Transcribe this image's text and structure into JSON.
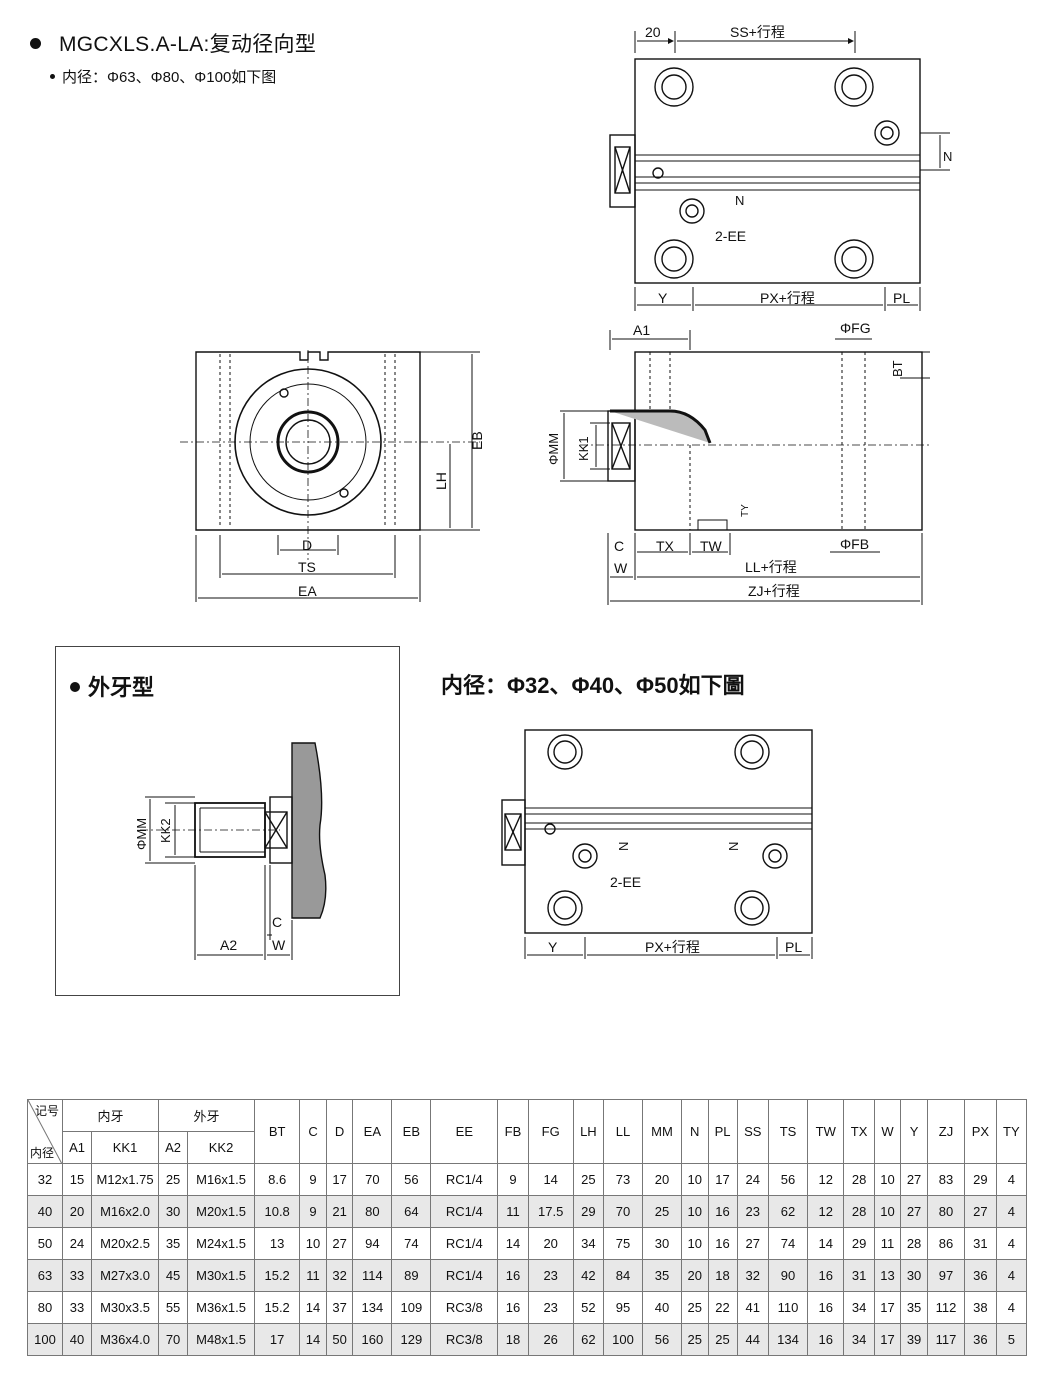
{
  "header": {
    "title": "MGCXLS.A-LA:复动径向型",
    "subtitle": "内径：Φ63、Φ80、Φ100如下图"
  },
  "drawing_labels": {
    "top_view": {
      "dim_20": "20",
      "ss": "SS+行程",
      "n1": "N",
      "n2": "N",
      "ee": "2-EE",
      "y": "Y",
      "px": "PX+行程",
      "pl": "PL"
    },
    "front_view": {
      "d": "D",
      "ts": "TS",
      "ea": "EA",
      "lh": "LH",
      "eb": "EB"
    },
    "side_view": {
      "a1": "A1",
      "fg": "ΦFG",
      "bt": "BT",
      "mm": "ΦMM",
      "kk1": "KK1",
      "ty": "TY",
      "c": "C",
      "w": "W",
      "tx": "TX",
      "tw": "TW",
      "fb": "ΦFB",
      "ll": "LL+行程",
      "zj": "ZJ+行程"
    }
  },
  "external_thread_box": {
    "title": "外牙型",
    "labels": {
      "mm": "ΦMM",
      "kk2": "KK2",
      "c": "C",
      "a2": "A2",
      "w": "W"
    }
  },
  "small_bore": {
    "title": "内径：Φ32、Φ40、Φ50如下圖",
    "labels": {
      "n1": "N",
      "n2": "N",
      "ee": "2-EE",
      "y": "Y",
      "px": "PX+行程",
      "pl": "PL"
    }
  },
  "table": {
    "corner_top": "记号",
    "corner_bottom": "内径",
    "group_internal": "内牙",
    "group_external": "外牙",
    "sub_headers": [
      "A1",
      "KK1",
      "A2",
      "KK2"
    ],
    "columns": [
      "BT",
      "C",
      "D",
      "EA",
      "EB",
      "EE",
      "FB",
      "FG",
      "LH",
      "LL",
      "MM",
      "N",
      "PL",
      "SS",
      "TS",
      "TW",
      "TX",
      "W",
      "Y",
      "ZJ",
      "PX",
      "TY"
    ],
    "rows": [
      [
        "32",
        "15",
        "M12x1.75",
        "25",
        "M16x1.5",
        "8.6",
        "9",
        "17",
        "70",
        "56",
        "RC1/4",
        "9",
        "14",
        "25",
        "73",
        "20",
        "10",
        "17",
        "24",
        "56",
        "12",
        "28",
        "10",
        "27",
        "83",
        "29",
        "4"
      ],
      [
        "40",
        "20",
        "M16x2.0",
        "30",
        "M20x1.5",
        "10.8",
        "9",
        "21",
        "80",
        "64",
        "RC1/4",
        "11",
        "17.5",
        "29",
        "70",
        "25",
        "10",
        "16",
        "23",
        "62",
        "12",
        "28",
        "10",
        "27",
        "80",
        "27",
        "4"
      ],
      [
        "50",
        "24",
        "M20x2.5",
        "35",
        "M24x1.5",
        "13",
        "10",
        "27",
        "94",
        "74",
        "RC1/4",
        "14",
        "20",
        "34",
        "75",
        "30",
        "10",
        "16",
        "27",
        "74",
        "14",
        "29",
        "11",
        "28",
        "86",
        "31",
        "4"
      ],
      [
        "63",
        "33",
        "M27x3.0",
        "45",
        "M30x1.5",
        "15.2",
        "11",
        "32",
        "114",
        "89",
        "RC1/4",
        "16",
        "23",
        "42",
        "84",
        "35",
        "20",
        "18",
        "32",
        "90",
        "16",
        "31",
        "13",
        "30",
        "97",
        "36",
        "4"
      ],
      [
        "80",
        "33",
        "M30x3.5",
        "55",
        "M36x1.5",
        "15.2",
        "14",
        "37",
        "134",
        "109",
        "RC3/8",
        "16",
        "23",
        "52",
        "95",
        "40",
        "25",
        "22",
        "41",
        "110",
        "16",
        "34",
        "17",
        "35",
        "112",
        "38",
        "4"
      ],
      [
        "100",
        "40",
        "M36x4.0",
        "70",
        "M48x1.5",
        "17",
        "14",
        "50",
        "160",
        "129",
        "RC3/8",
        "18",
        "26",
        "62",
        "100",
        "56",
        "25",
        "25",
        "44",
        "134",
        "16",
        "34",
        "17",
        "39",
        "117",
        "36",
        "5"
      ]
    ]
  }
}
